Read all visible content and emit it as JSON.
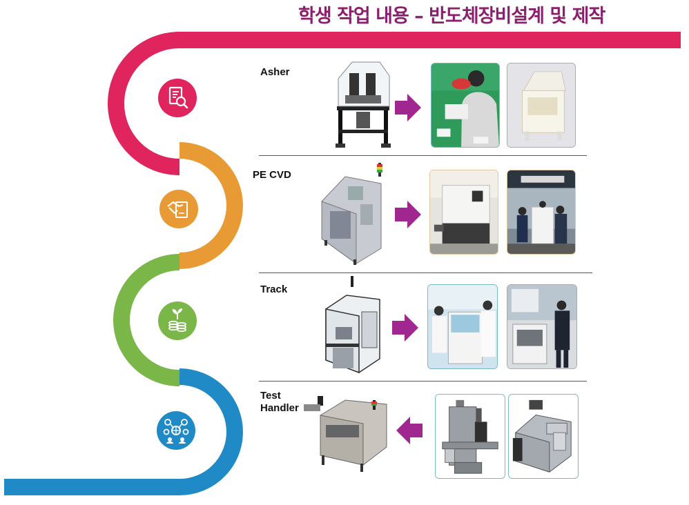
{
  "header": {
    "title": "학생 작업 내용 – 반도체장비설계 및 제작",
    "title_color": "#8b1e6f"
  },
  "path_colors": {
    "red": "#e0245e",
    "orange": "#e89a35",
    "green": "#7ab648",
    "blue": "#1f8ac5"
  },
  "steps": [
    {
      "icon": "document-search-icon"
    },
    {
      "icon": "handshake-contract-icon"
    },
    {
      "icon": "plant-coins-icon"
    },
    {
      "icon": "network-people-icon"
    }
  ],
  "rows": [
    {
      "label": "Asher",
      "arrow": "right"
    },
    {
      "label": "PE CVD",
      "arrow": "right"
    },
    {
      "label": "Track",
      "arrow": "right"
    },
    {
      "label_line1": "Test",
      "label_line2": "Handler",
      "arrow": "left"
    }
  ],
  "arrow_color": "#a0278f"
}
